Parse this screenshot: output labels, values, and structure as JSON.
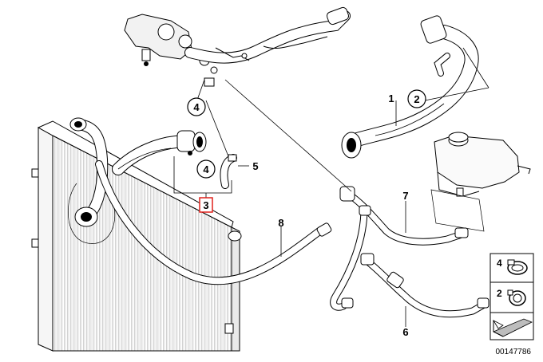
{
  "callouts": {
    "c1": "1",
    "c2": "2",
    "c3": "3",
    "c4a": "4",
    "c4b": "4",
    "c5": "5",
    "c6": "6",
    "c7": "7",
    "c8": "8"
  },
  "legend": {
    "item4": "4",
    "item2": "2"
  },
  "diagram_id": "00147786",
  "colors": {
    "line": "#000000",
    "highlight": "#e0201b",
    "hose_fill": "#ffffff",
    "radiator_fin": "#9a9a9a",
    "legend_bar": "#bdbdbd"
  }
}
